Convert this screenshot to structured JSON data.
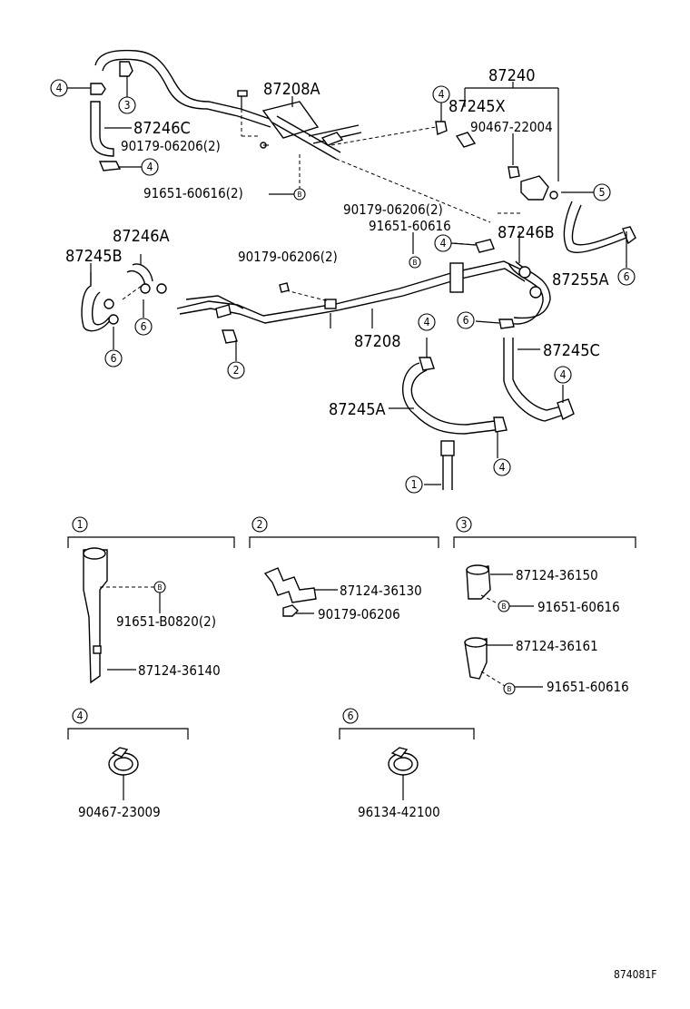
{
  "parts": {
    "p87240": "87240",
    "p87208A": "87208A",
    "p87245X": "87245X",
    "p90467_22004": "90467-22004",
    "p87246C": "87246C",
    "p90179_06206_2_a": "90179-06206(2)",
    "p91651_60616_2": "91651-60616(2)",
    "p90179_06206_2_b": "90179-06206(2)",
    "p91651_60616_a": "91651-60616",
    "p87246A": "87246A",
    "p87245B": "87245B",
    "p90179_06206_2_c": "90179-06206(2)",
    "p87246B": "87246B",
    "p87255A": "87255A",
    "p87208": "87208",
    "p87245C": "87245C",
    "p87245A": "87245A"
  },
  "callouts": {
    "c1": "1",
    "c2": "2",
    "c3": "3",
    "c4": "4",
    "c5": "5",
    "c6": "6",
    "b": "B"
  },
  "details": {
    "d1": {
      "num": "1",
      "a": "91651-B0820(2)",
      "b": "87124-36140"
    },
    "d2": {
      "num": "2",
      "a": "87124-36130",
      "b": "90179-06206"
    },
    "d3": {
      "num": "3",
      "a": "87124-36150",
      "b": "91651-60616",
      "c": "87124-36161",
      "d": "91651-60616"
    },
    "d4": {
      "num": "4",
      "a": "90467-23009"
    },
    "d6": {
      "num": "6",
      "a": "96134-42100"
    }
  },
  "diagram_id": "874081F"
}
